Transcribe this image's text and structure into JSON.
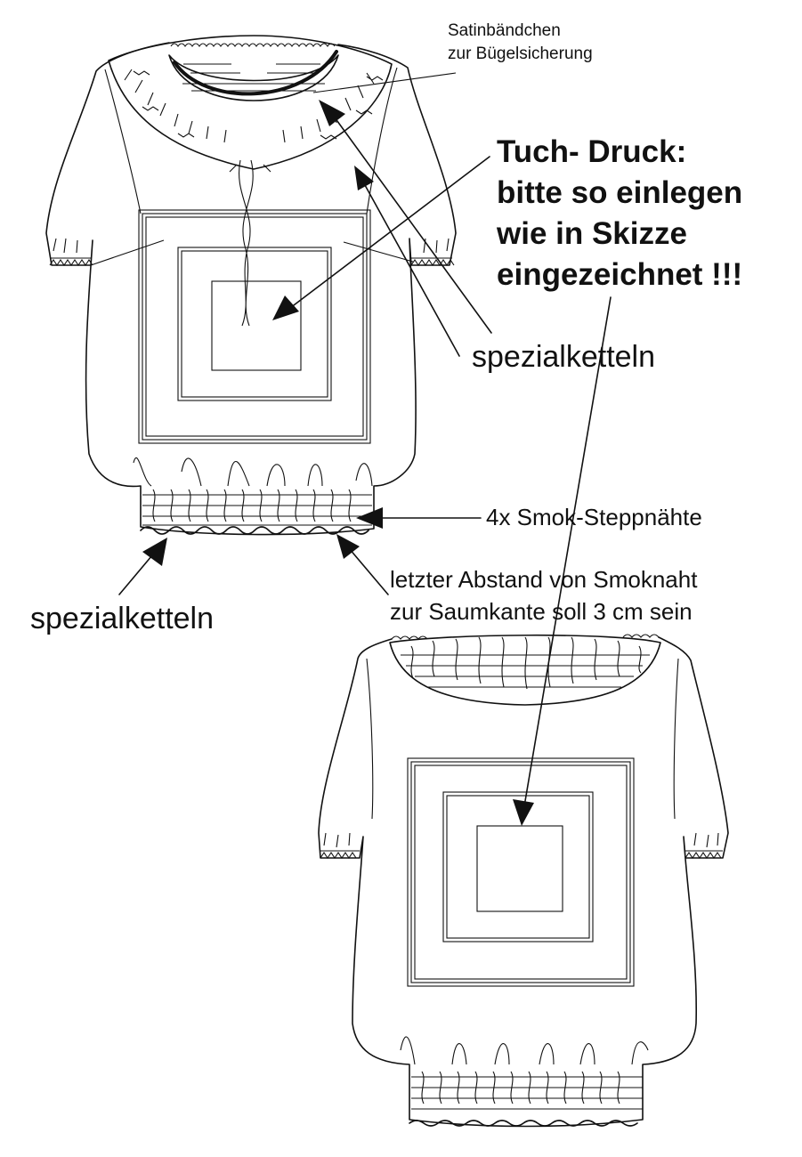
{
  "labels": {
    "satin_line1": "Satinbändchen",
    "satin_line2": "zur Bügelsicherung",
    "tuch_line1": "Tuch- Druck:",
    "tuch_line2": "bitte so einlegen",
    "tuch_line3": "wie in Skizze",
    "tuch_line4": "eingezeichnet !!!",
    "spezial_right": "spezialketteln",
    "smok": "4x Smok-Steppnähte",
    "spezial_left": "spezialketteln",
    "abstand_line1": "letzter Abstand von Smoknaht",
    "abstand_line2": "zur Saumkante soll 3 cm sein"
  }
}
